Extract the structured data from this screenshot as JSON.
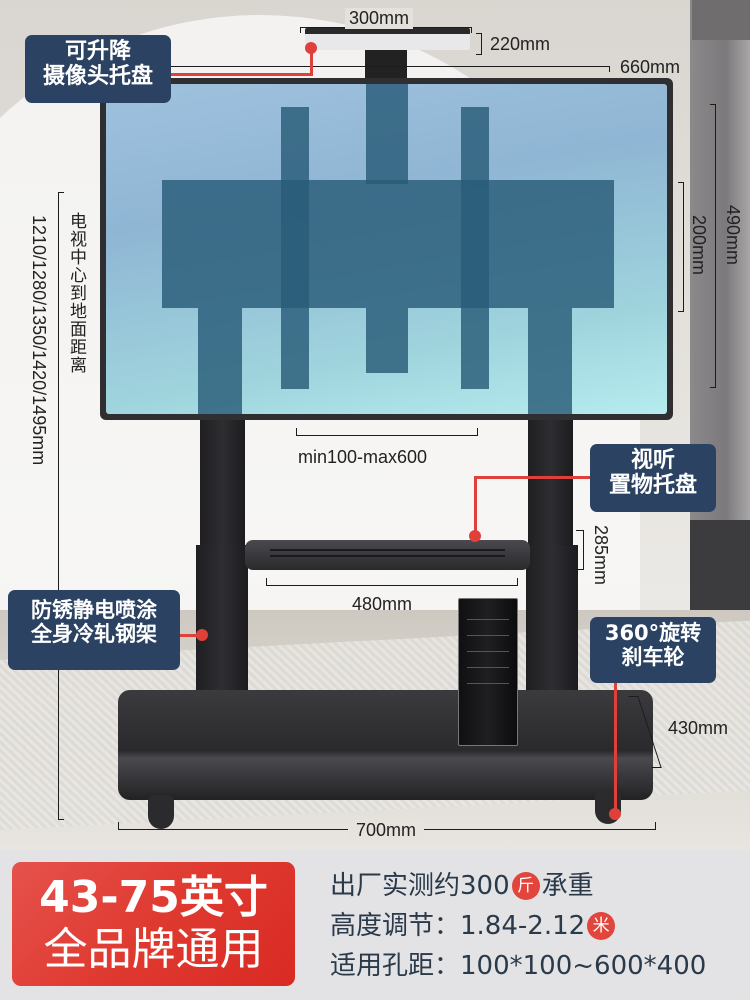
{
  "callouts": {
    "camera_tray": [
      "可升降",
      "摄像头托盘"
    ],
    "av_tray": [
      "视听",
      "置物托盘"
    ],
    "frame": [
      "防锈静电喷涂",
      "全身冷轧钢架"
    ],
    "casters": [
      "360°旋转",
      "刹车轮"
    ]
  },
  "dimensions": {
    "camera_width": "300mm",
    "camera_depth": "220mm",
    "column_height": "660mm",
    "bracket_height_outer": "490mm",
    "bracket_height_inner": "200mm",
    "vesa_range": "min100-max600",
    "center_height_label": "电视中心到地面距离",
    "center_height_values": "1210/1280/1350/1420/1495mm",
    "shelf_width": "480mm",
    "shelf_depth": "285mm",
    "base_depth": "430mm",
    "base_width": "700mm"
  },
  "footer": {
    "badge": {
      "line1": "43-75英寸",
      "line2": "全品牌通用",
      "color": "#df3a30"
    },
    "specs": [
      {
        "prefix": "出厂实测约300",
        "unit": "斤",
        "suffix": "承重"
      },
      {
        "prefix": "高度调节：1.84-2.12",
        "unit": "米",
        "suffix": ""
      },
      {
        "prefix": "适用孔距：100*100~600*400",
        "unit": "",
        "suffix": ""
      }
    ]
  },
  "colors": {
    "callout_bg": "#2b4262",
    "accent_red": "#e0403a",
    "spec_text": "#2b3a4a"
  }
}
